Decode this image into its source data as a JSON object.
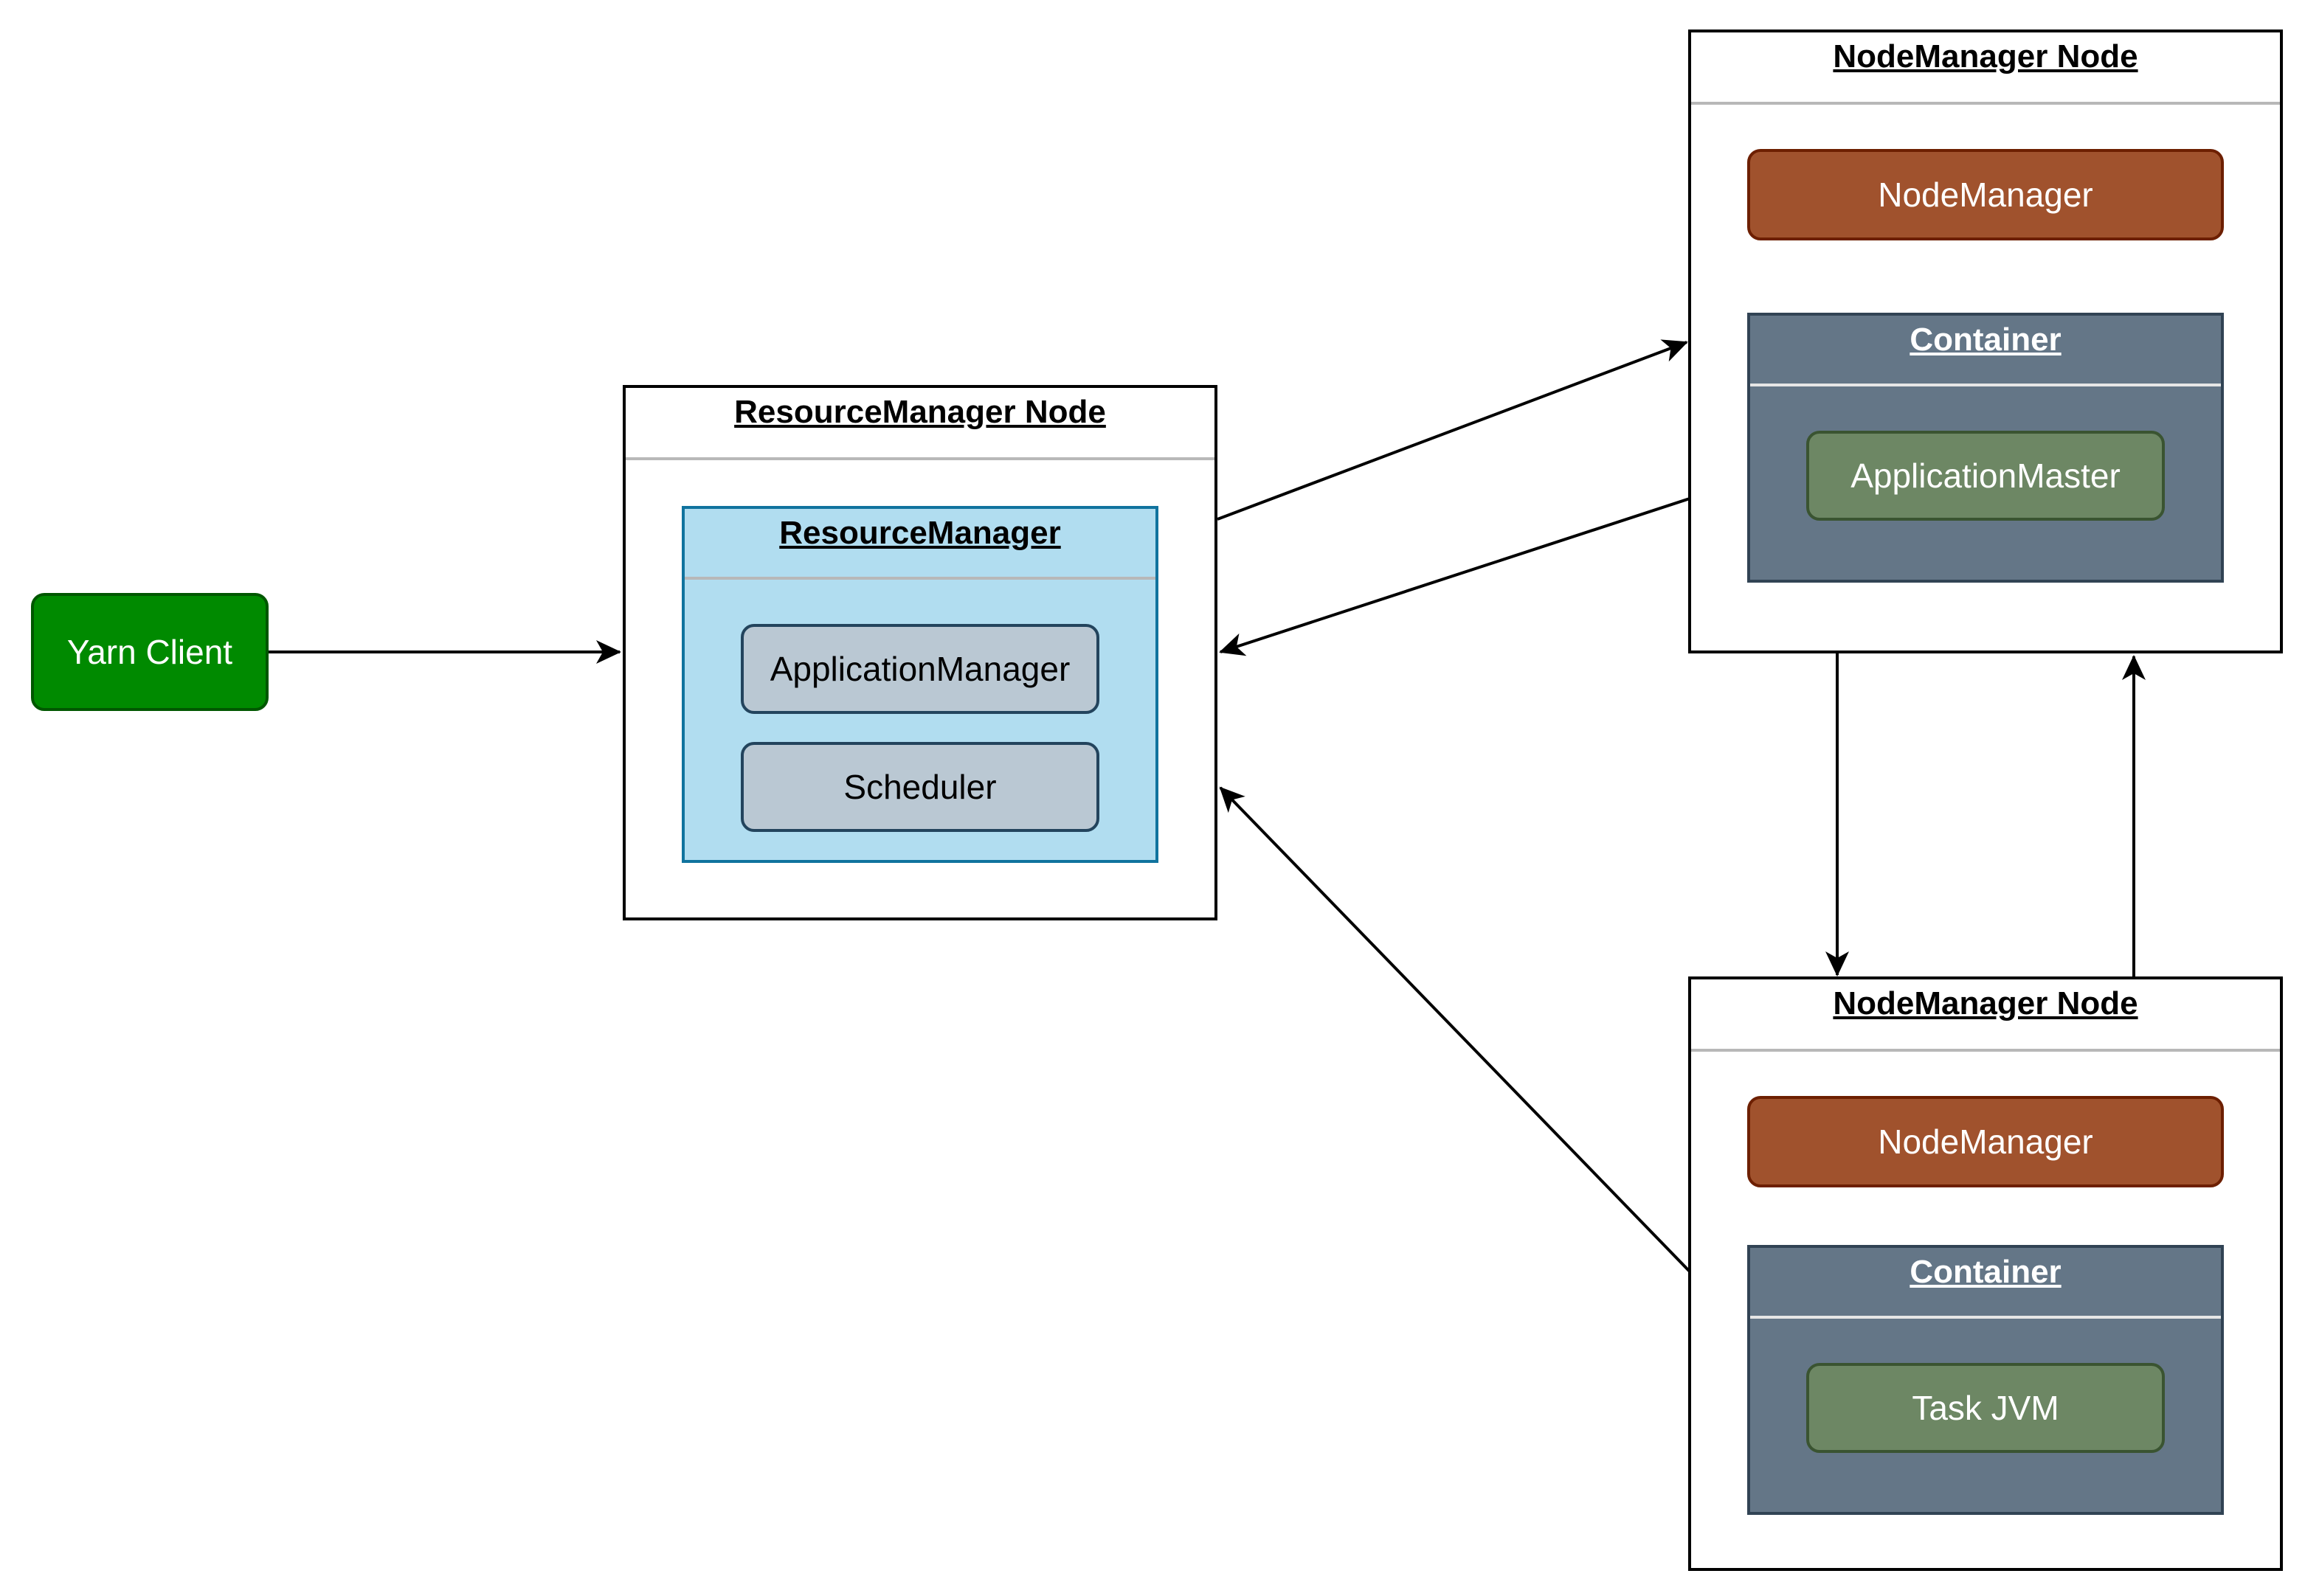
{
  "yarn_client": {
    "label": "Yarn Client",
    "fill": "#008a00",
    "stroke": "#005700"
  },
  "resource_manager_node": {
    "title": "ResourceManager Node",
    "resource_manager": {
      "title": "ResourceManager",
      "fill": "#b1ddf0",
      "stroke": "#10739e",
      "components": [
        "ApplicationManager",
        "Scheduler"
      ]
    }
  },
  "node_manager_nodes": [
    {
      "title": "NodeManager Node",
      "node_manager_label": "NodeManager",
      "container": {
        "title": "Container",
        "process_label": "ApplicationMaster"
      }
    },
    {
      "title": "NodeManager Node",
      "node_manager_label": "NodeManager",
      "container": {
        "title": "Container",
        "process_label": "Task JVM"
      }
    }
  ],
  "colors": {
    "node_manager_fill": "#a0522d",
    "container_fill": "#647687",
    "process_fill": "#6d8764",
    "component_fill": "#bac8d3",
    "edge": "#000000"
  }
}
